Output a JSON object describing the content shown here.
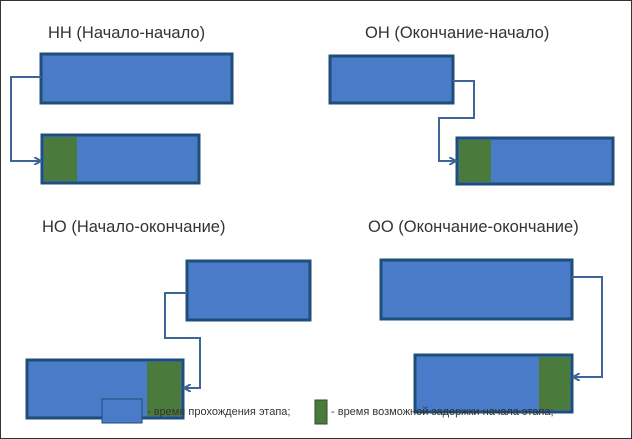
{
  "colors": {
    "task": "#4a7bc8",
    "task_border": "#1f4e79",
    "delay": "#4a7a3c",
    "connector": "#3d6597"
  },
  "panels": [
    {
      "title": "НН (Начало-начало)"
    },
    {
      "title": "ОН (Окончание-начало)"
    },
    {
      "title": "НО (Начало-окончание)"
    },
    {
      "title": "ОО (Окончание-окончание)"
    }
  ],
  "legend": {
    "task_label": "- время прохождения этапа;",
    "delay_label": "- время возможной задержки начала этапа;"
  }
}
